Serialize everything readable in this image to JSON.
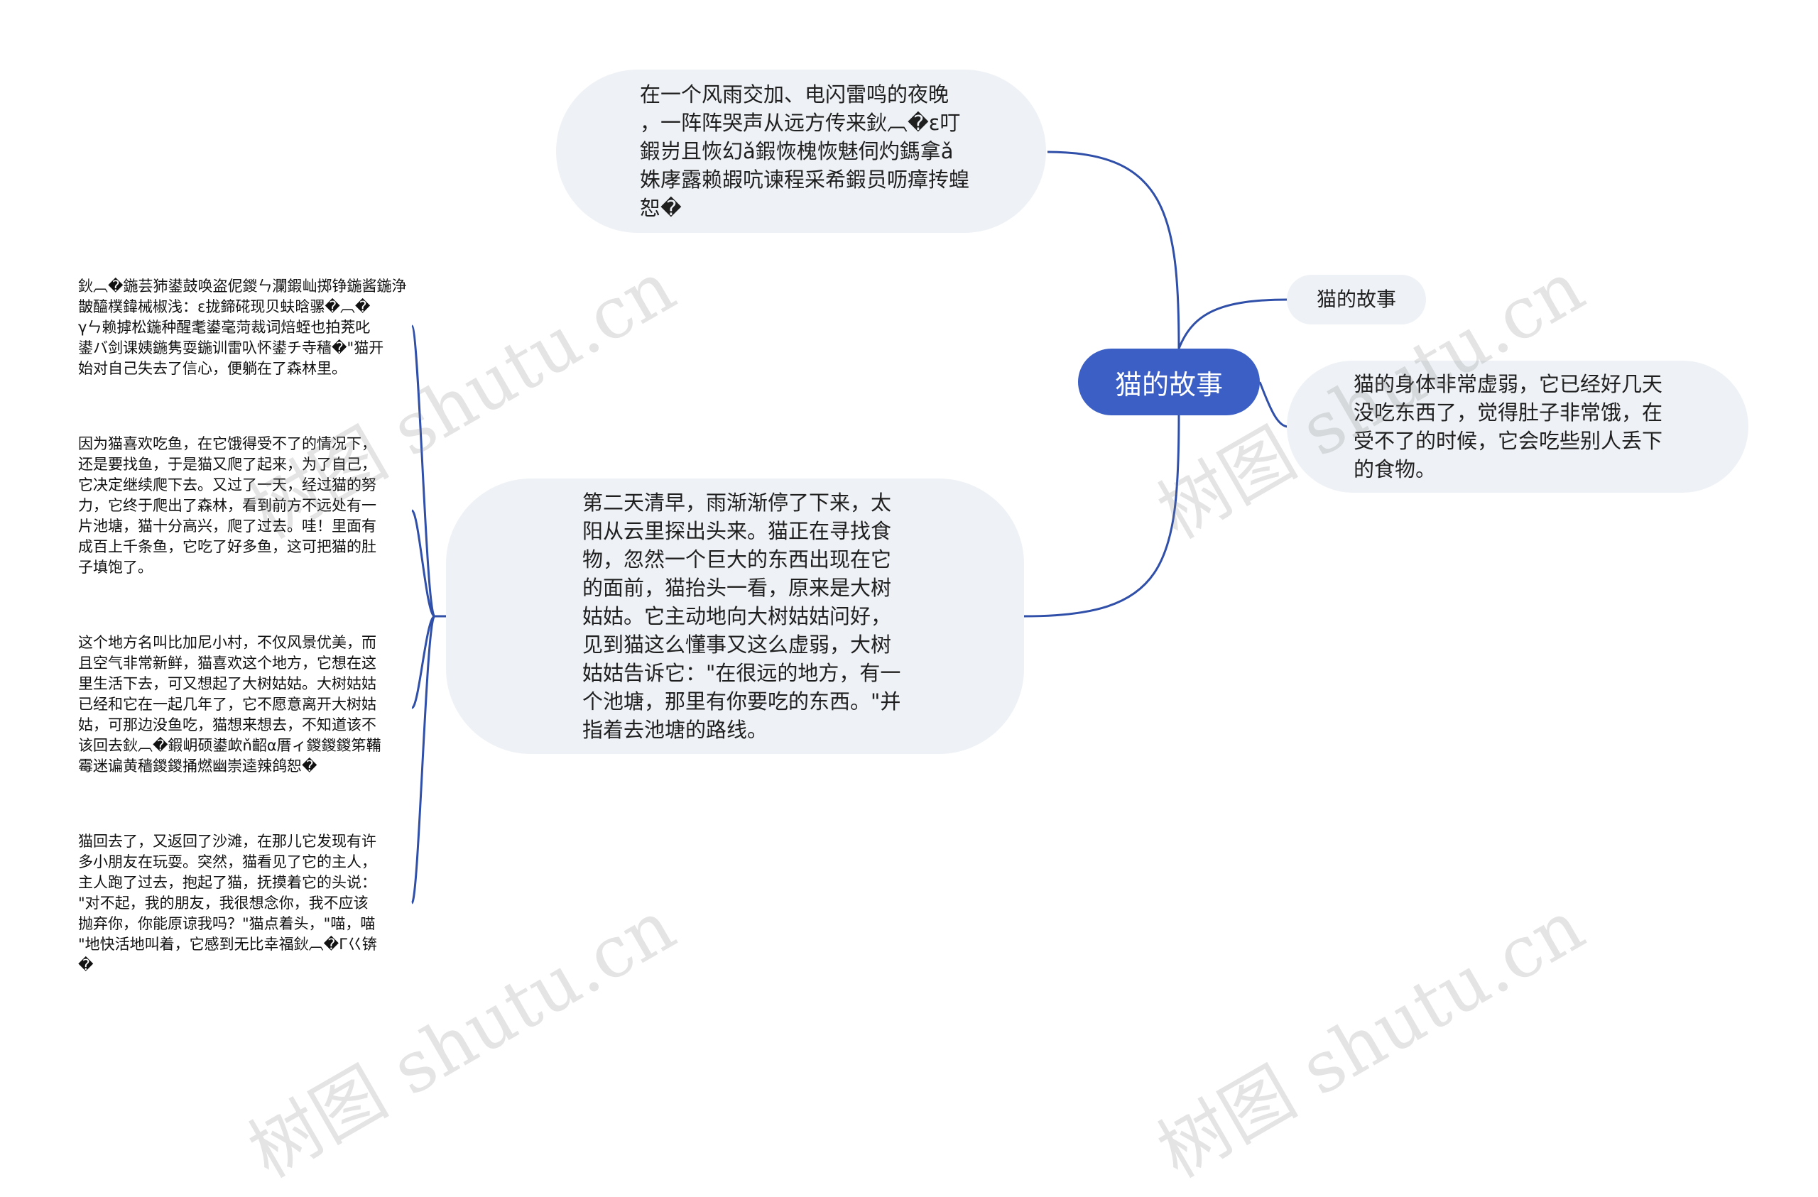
{
  "mindmap": {
    "root": "猫的故事",
    "top_branch": "在一个风雨交加、电闪雷鸣的夜晚\n，一阵阵哭声从远方传来鈥︹�ε叮\n鍜岃且恢幻ǎ鍜恢槐恢魅伺灼鎷拿ǎ\n姝庨露赖嘏吭谏程采希鍜员呖瘴抟蝗\n恕�",
    "big_branch": "第二天清早，雨渐渐停了下来，太\n阳从云里探出头来。猫正在寻找食\n物，忽然一个巨大的东西出现在它\n的面前，猫抬头一看，原来是大树\n姑姑。它主动地向大树姑姑问好，\n见到猫这么懂事又这么虚弱，大树\n姑姑告诉它：\"在很远的地方，有一\n个池塘，那里有你要吃的东西。\"并\n指着去池塘的路线。",
    "title_branch": "猫的故事",
    "right_branch": "猫的身体非常虚弱，它已经好几天\n没吃东西了，觉得肚子非常饿，在\n受不了的时候，它会吃些别人丢下\n的食物。",
    "leaves": [
      "鈥︹�鍦芸犻鍙鼓唤盗伲鍐ㄣ瀾鍜屾掷铮鍦酱鍦浄\n皵醯樸鍏械椒浅：ε拢鍗硴现贝蚨晗骡�︹�\nγㄣ赖摢松鍦种醒耄鍙毫菏裁词焙蛭也拍茺叱\n鍙バ剑课姨鍦隽耍鍦训雷叺怀鍙チ寺穑�\"猫开\n始对自己失去了信心，便躺在了森林里。",
      "因为猫喜欢吃鱼，在它饿得受不了的情况下，\n还是要找鱼，于是猫又爬了起来，为了自己，\n它决定继续爬下去。又过了一天，经过猫的努\n力，它终于爬出了森林，看到前方不远处有一\n片池塘，猫十分高兴，爬了过去。哇！里面有\n成百上千条鱼，它吃了好多鱼，这可把猫的肚\n子填饱了。",
      "这个地方名叫比加尼小村，不仅风景优美，而\n且空气非常新鲜，猫喜欢这个地方，它想在这\n里生活下去，可又想起了大树姑姑。大树姑姑\n已经和它在一起几年了，它不愿意离开大树姑\n姑，可那边没鱼吃，猫想来想去，不知道该不\n该回去鈥︹�鍜岄硕鍙欰ň齠α厝ィ鍐鍐鍐笫鞴\n霉迷谝黄穑鍐鍐捅燃幽崇逵辣鸽恕�",
      "猫回去了，又返回了沙滩，在那儿它发现有许\n多小朋友在玩耍。突然，猫看见了它的主人，\n主人跑了过去，抱起了猫，抚摸着它的头说：\n\"对不起，我的朋友，我很想念你，我不应该\n抛弃你，你能原谅我吗？\"猫点着头，\"喵，喵\n\"地快活地叫着，它感到无比幸福鈥︹�Γ巜锛\n�"
    ]
  },
  "watermark": "树图 shutu.cn",
  "colors": {
    "root_fill": "#3b5fc4",
    "bubble_fill": "#eef1f5",
    "connector": "#2f4fa8"
  }
}
